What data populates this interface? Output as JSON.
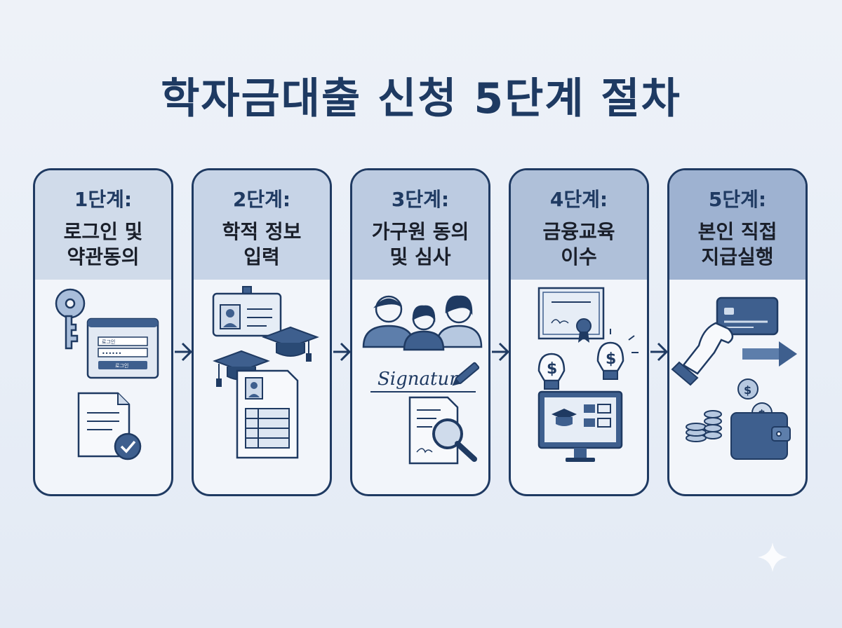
{
  "title": "학자금대출 신청 5단계 절차",
  "colors": {
    "navy": "#1f3a62",
    "mid": "#3e5f8e",
    "light": "#cfdbeb",
    "head1": "#d0dbea",
    "head2": "#c7d4e7",
    "head3": "#bccbe1",
    "head4": "#afc0d9",
    "head5": "#9eb2d1"
  },
  "steps": [
    {
      "step": "1단계:",
      "desc_line1": "로그인 및",
      "desc_line2": "약관동의",
      "icons": [
        "key-icon",
        "login-window-icon",
        "document-check-icon"
      ]
    },
    {
      "step": "2단계:",
      "desc_line1": "학적 정보",
      "desc_line2": "입력",
      "icons": [
        "id-card-icon",
        "graduation-cap-icon",
        "form-document-icon"
      ]
    },
    {
      "step": "3단계:",
      "desc_line1": "가구원 동의",
      "desc_line2": "및 심사",
      "icons": [
        "family-icon",
        "signature-icon",
        "magnifier-document-icon"
      ]
    },
    {
      "step": "4단계:",
      "desc_line1": "금융교육",
      "desc_line2": "이수",
      "icons": [
        "certificate-icon",
        "lightbulb-dollar-icon",
        "monitor-course-icon"
      ]
    },
    {
      "step": "5단계:",
      "desc_line1": "본인 직접",
      "desc_line2": "지급실행",
      "icons": [
        "hand-card-icon",
        "arrow-right-icon",
        "coins-wallet-icon"
      ]
    }
  ],
  "login_window": {
    "field_label": "로그인",
    "password": "••••••",
    "button": "로그인"
  },
  "signature_text": "Signatur"
}
